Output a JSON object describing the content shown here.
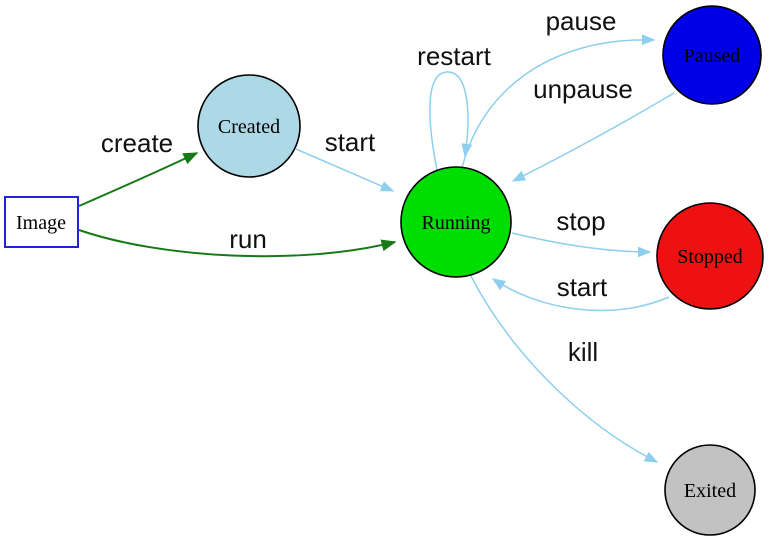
{
  "diagram": {
    "nodes": {
      "image": {
        "label": "Image",
        "shape": "box",
        "fill": "#ffffff",
        "border": "#2222dd"
      },
      "created": {
        "label": "Created",
        "shape": "circle",
        "fill": "#add8e6",
        "border": "#000000"
      },
      "running": {
        "label": "Running",
        "shape": "circle",
        "fill": "#00dd00",
        "border": "#000000"
      },
      "paused": {
        "label": "Paused",
        "shape": "circle",
        "fill": "#0000e6",
        "border": "#000000"
      },
      "stopped": {
        "label": "Stopped",
        "shape": "circle",
        "fill": "#ee1111",
        "border": "#000000"
      },
      "exited": {
        "label": "Exited",
        "shape": "circle",
        "fill": "#c2c2c2",
        "border": "#000000"
      }
    },
    "edge_colors": {
      "light_blue": "#8ecfee",
      "dark_green": "#157a15"
    },
    "edges": {
      "create": {
        "from": "image",
        "to": "running_created",
        "label": "create"
      },
      "run": {
        "from": "image",
        "to": "running",
        "label": "run"
      },
      "start": {
        "from": "created",
        "to": "running",
        "label": "start"
      },
      "restart": {
        "from": "running",
        "to": "running",
        "label": "restart"
      },
      "pause": {
        "from": "running",
        "to": "paused",
        "label": "pause"
      },
      "unpause": {
        "from": "paused",
        "to": "running",
        "label": "unpause"
      },
      "stop": {
        "from": "running",
        "to": "stopped",
        "label": "stop"
      },
      "start2": {
        "from": "stopped",
        "to": "running",
        "label": "start"
      },
      "kill": {
        "from": "running",
        "to": "exited",
        "label": "kill"
      }
    }
  }
}
